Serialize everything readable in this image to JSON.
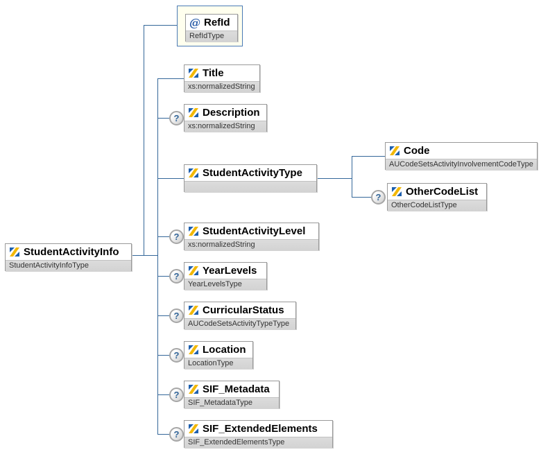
{
  "diagram": {
    "kind": "xml-schema-content-model",
    "optional_marker": "?",
    "colors": {
      "connector": "#336699",
      "node_border": "#999999",
      "node_type_band": "#d6d6d6",
      "selection_fill": "#ffffee",
      "selection_border": "#4a7ab5",
      "icon_blue": "#1d5fae",
      "icon_yellow": "#f2b807",
      "optional_glyph": "#336699"
    },
    "root": {
      "name": "StudentActivityInfo",
      "type": "StudentActivityInfoType"
    },
    "attribute": {
      "prefix": "@",
      "name": "RefId",
      "type": "RefIdType",
      "selected": true
    },
    "children": [
      {
        "name": "Title",
        "type": "xs:normalizedString",
        "optional": false
      },
      {
        "name": "Description",
        "type": "xs:normalizedString",
        "optional": true
      },
      {
        "name": "StudentActivityType",
        "type": "",
        "optional": false
      },
      {
        "name": "StudentActivityLevel",
        "type": "xs:normalizedString",
        "optional": true
      },
      {
        "name": "YearLevels",
        "type": "YearLevelsType",
        "optional": true
      },
      {
        "name": "CurricularStatus",
        "type": "AUCodeSetsActivityTypeType",
        "optional": true
      },
      {
        "name": "Location",
        "type": "LocationType",
        "optional": true
      },
      {
        "name": "SIF_Metadata",
        "type": "SIF_MetadataType",
        "optional": true
      },
      {
        "name": "SIF_ExtendedElements",
        "type": "SIF_ExtendedElementsType",
        "optional": true
      }
    ],
    "activity_type_children": [
      {
        "name": "Code",
        "type": "AUCodeSetsActivityInvolvementCodeType",
        "optional": false
      },
      {
        "name": "OtherCodeList",
        "type": "OtherCodeListType",
        "optional": true
      }
    ]
  }
}
